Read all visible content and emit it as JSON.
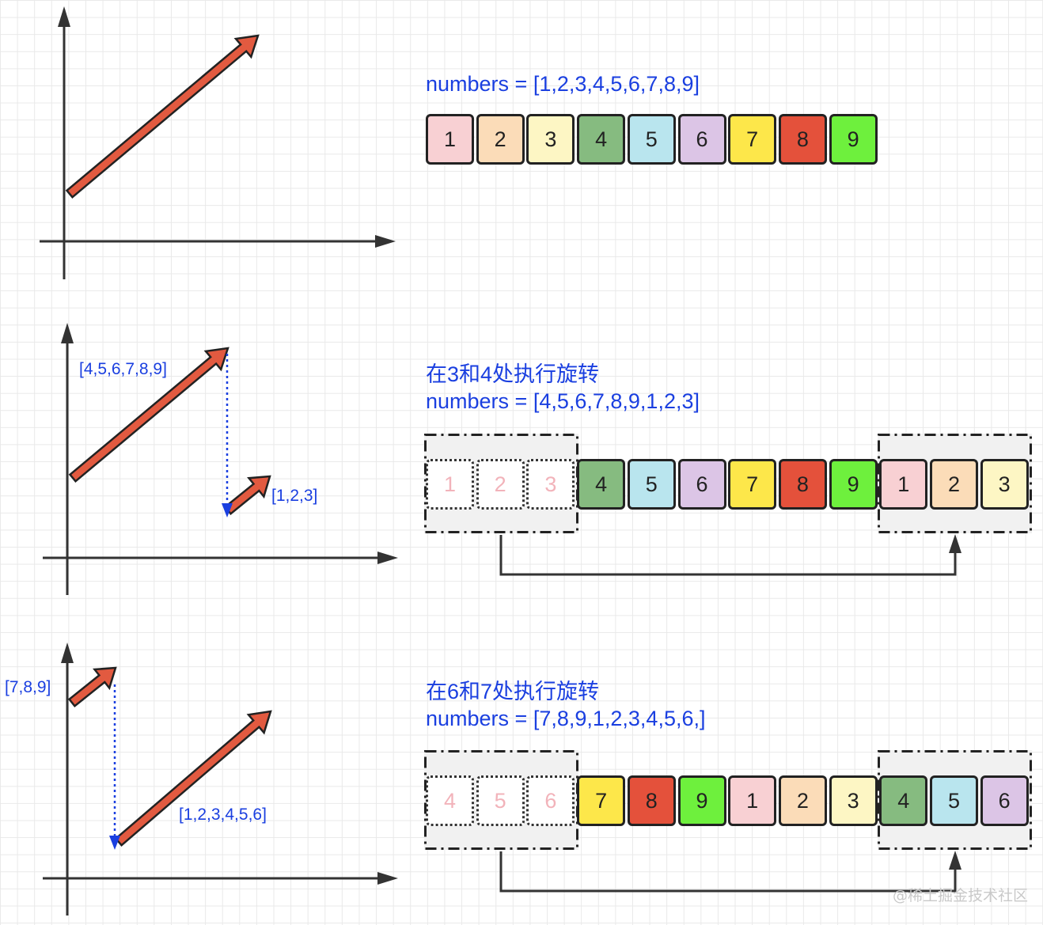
{
  "rows": [
    {
      "title_lines": [
        "numbers = [1,2,3,4,5,6,7,8,9]"
      ],
      "faded_left": [],
      "cells": [
        "1",
        "2",
        "3",
        "4",
        "5",
        "6",
        "7",
        "8",
        "9"
      ],
      "graph_labels": []
    },
    {
      "title_lines": [
        "在3和4处执行旋转",
        "numbers = [4,5,6,7,8,9,1,2,3]"
      ],
      "faded_left": [
        "1",
        "2",
        "3"
      ],
      "cells": [
        "4",
        "5",
        "6",
        "7",
        "8",
        "9",
        "1",
        "2",
        "3"
      ],
      "graph_labels": [
        "[4,5,6,7,8,9]",
        "[1,2,3]"
      ]
    },
    {
      "title_lines": [
        "在6和7处执行旋转",
        "numbers = [7,8,9,1,2,3,4,5,6,]"
      ],
      "faded_left": [
        "4",
        "5",
        "6"
      ],
      "cells": [
        "7",
        "8",
        "9",
        "1",
        "2",
        "3",
        "4",
        "5",
        "6"
      ],
      "graph_labels": [
        "[7,8,9]",
        "[1,2,3,4,5,6]"
      ]
    }
  ],
  "value_colors": {
    "1": "#f8d0d3",
    "2": "#fbdcb8",
    "3": "#fdf6c4",
    "4": "#86bb80",
    "5": "#b9e5ee",
    "6": "#dcc5e6",
    "7": "#fde74a",
    "8": "#e4513b",
    "9": "#6ef03d"
  },
  "colors": {
    "arrow_fill": "#e25a40",
    "arrow_stroke": "#222222",
    "dotted_link": "#1a3fe0",
    "label_text": "#1a3fe0",
    "axis": "#333333"
  },
  "watermark": "@稀土掘金技术社区"
}
